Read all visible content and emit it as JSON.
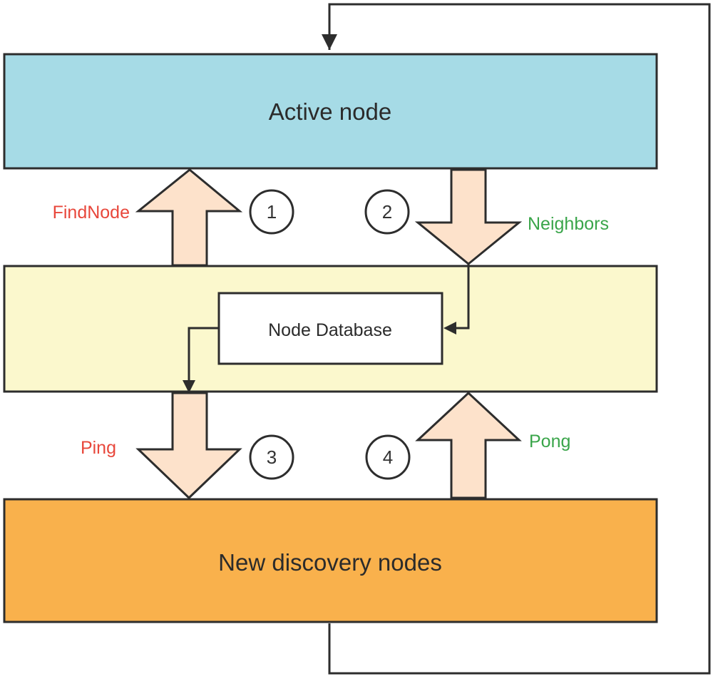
{
  "colors": {
    "active": "#a6dbe6",
    "database_band": "#fbf8cd",
    "new_nodes": "#f9b14c",
    "arrow_fill": "#fde2cb",
    "stroke": "#2d2d2d",
    "request_text": "#e8473b",
    "response_text": "#3aa54a"
  },
  "layers": {
    "active": "Active node",
    "database": "Node Database",
    "new_nodes": "New discovery nodes"
  },
  "steps": [
    {
      "number": "1",
      "message": "FindNode",
      "kind": "request"
    },
    {
      "number": "2",
      "message": "Neighbors",
      "kind": "response"
    },
    {
      "number": "3",
      "message": "Ping",
      "kind": "request"
    },
    {
      "number": "4",
      "message": "Pong",
      "kind": "response"
    }
  ]
}
